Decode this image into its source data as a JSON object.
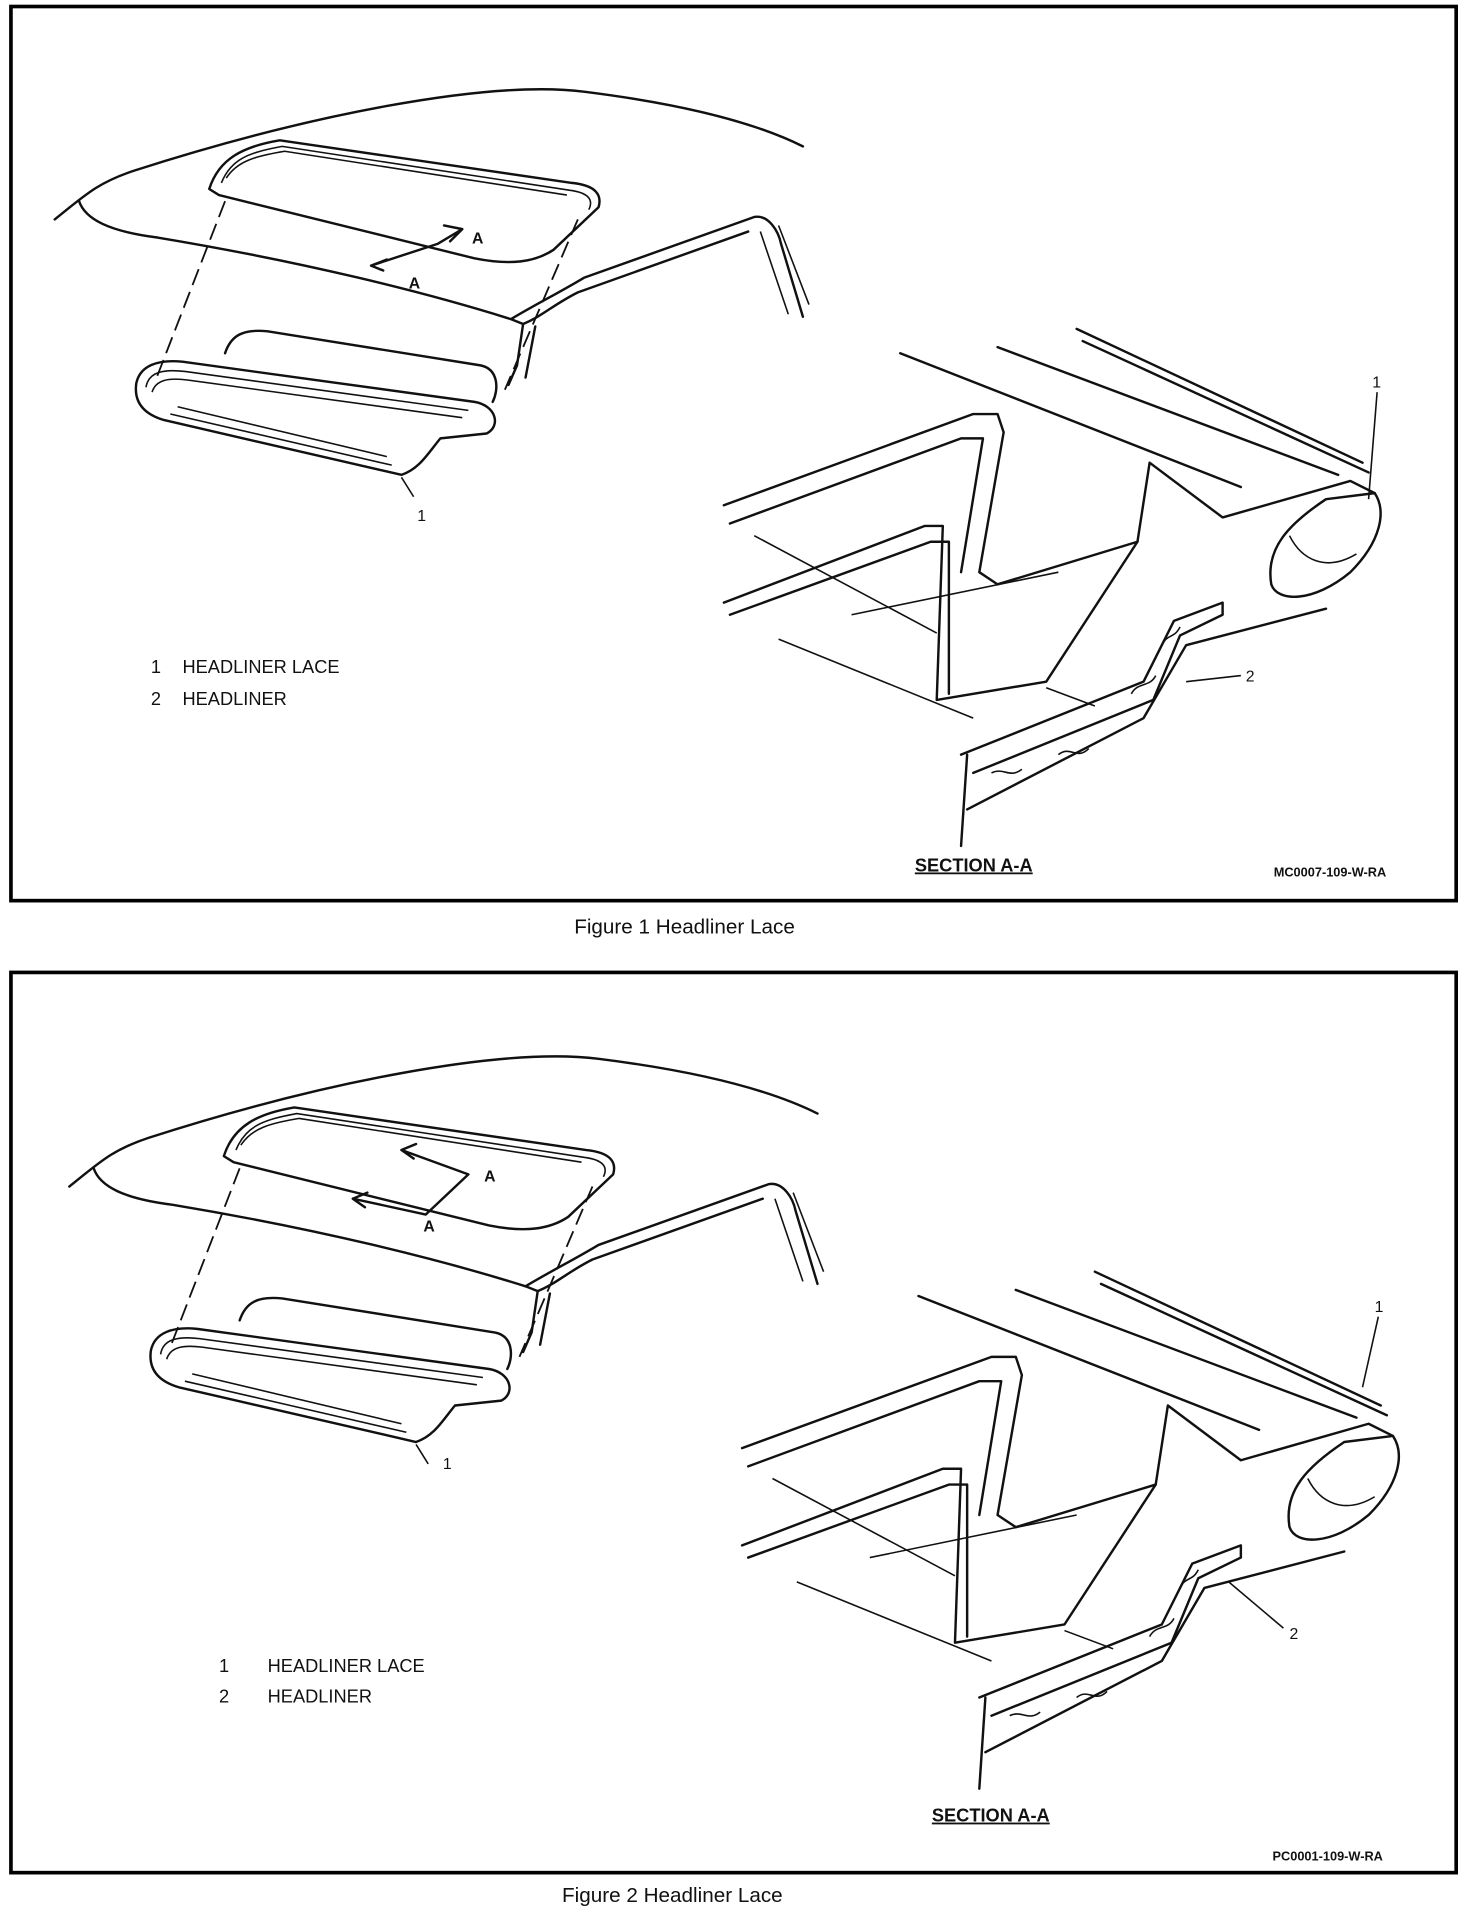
{
  "figures": [
    {
      "caption": "Figure 1   Headliner Lace",
      "legend": [
        {
          "num": "1",
          "label": "HEADLINER LACE"
        },
        {
          "num": "2",
          "label": "HEADLINER"
        }
      ],
      "section_label": "SECTION A-A",
      "view_marker": "A",
      "callouts": [
        "1",
        "1",
        "2"
      ],
      "code": "MC0007-109-W-RA"
    },
    {
      "caption": "Figure 2   Headliner Lace",
      "legend": [
        {
          "num": "1",
          "label": "HEADLINER LACE"
        },
        {
          "num": "2",
          "label": "HEADLINER"
        }
      ],
      "section_label": "SECTION A-A",
      "view_marker": "A",
      "callouts": [
        "1",
        "1",
        "2"
      ],
      "code": "PC0001-109-W-RA"
    }
  ]
}
